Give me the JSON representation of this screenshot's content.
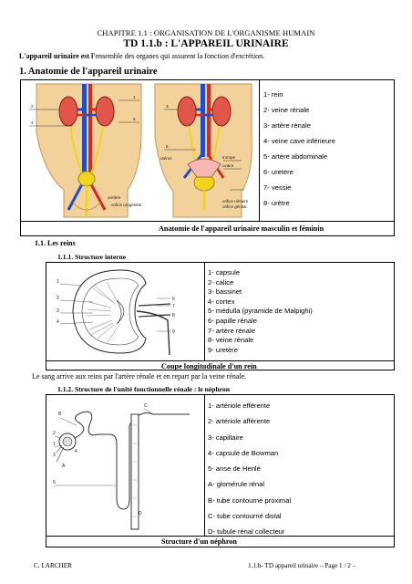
{
  "header": {
    "chapter": "CHAPITRE 1.1 : ORGANISATION DE L'ORGANISME HUMAIN",
    "title": "TD 1.1.b : L'APPAREIL URINAIRE"
  },
  "intro": {
    "bold": "L'appareil urinaire est l'",
    "rest": "ensemble des organes qui assurent la fonction d'excrétion."
  },
  "section1": {
    "heading": "1. Anatomie de l'appareil urinaire",
    "legend": [
      "1- rein",
      "2- veine rénale",
      "3- artère rénale",
      "4- veine cave inférieure",
      "5- artère abdominale",
      "6- uretère",
      "7- vessie",
      "8- urètre"
    ],
    "caption": "Anatomie de l'appareil urinaire masculin et féminin",
    "figure_labels": [
      "uretère",
      "orifice urogénital",
      "trompe",
      "ovaire",
      "utérus",
      "orifice urinaire",
      "orifice génital"
    ]
  },
  "section11": {
    "heading": "1.1. Les reins",
    "sub1": "1.1.1. Structure interne",
    "legend": [
      "1- capsule",
      "2- calice",
      "3- bassinet",
      "4- cortex",
      "5- médulla (pyramide de Malpighi)",
      "6- papille rénale",
      "7- artère rénale",
      "8- veine rénale",
      "9- uretère"
    ],
    "caption": "Coupe longitudinale d'un rein",
    "text": "Le sang arrive aux reins par l'artère rénale et en repart par la veine rénale.",
    "sub2": "1.1.2. Structure de l'unité fonctionnelle rénale : le néphron",
    "legend2": [
      "1- artériole efférente",
      "2- artériole afférente",
      "3- capillaire",
      "4- capsule de Bowman",
      "5- anse de Henlé",
      "A- glomérule rénal",
      "B- tube contourné proximal",
      "C- tube contourné distal",
      "D- tubule rénal collecteur"
    ],
    "caption2": "Structure d'un néphron"
  },
  "footer": {
    "left": "C. LARCHER",
    "right": "1.1.b- TD appareil urinaire – Page 1 / 2 –"
  },
  "colors": {
    "artery": "#d42a1f",
    "vein": "#1f4fc8",
    "skin": "#f3d19a",
    "urine": "#f0d51e",
    "kidney": "#e0564a"
  }
}
